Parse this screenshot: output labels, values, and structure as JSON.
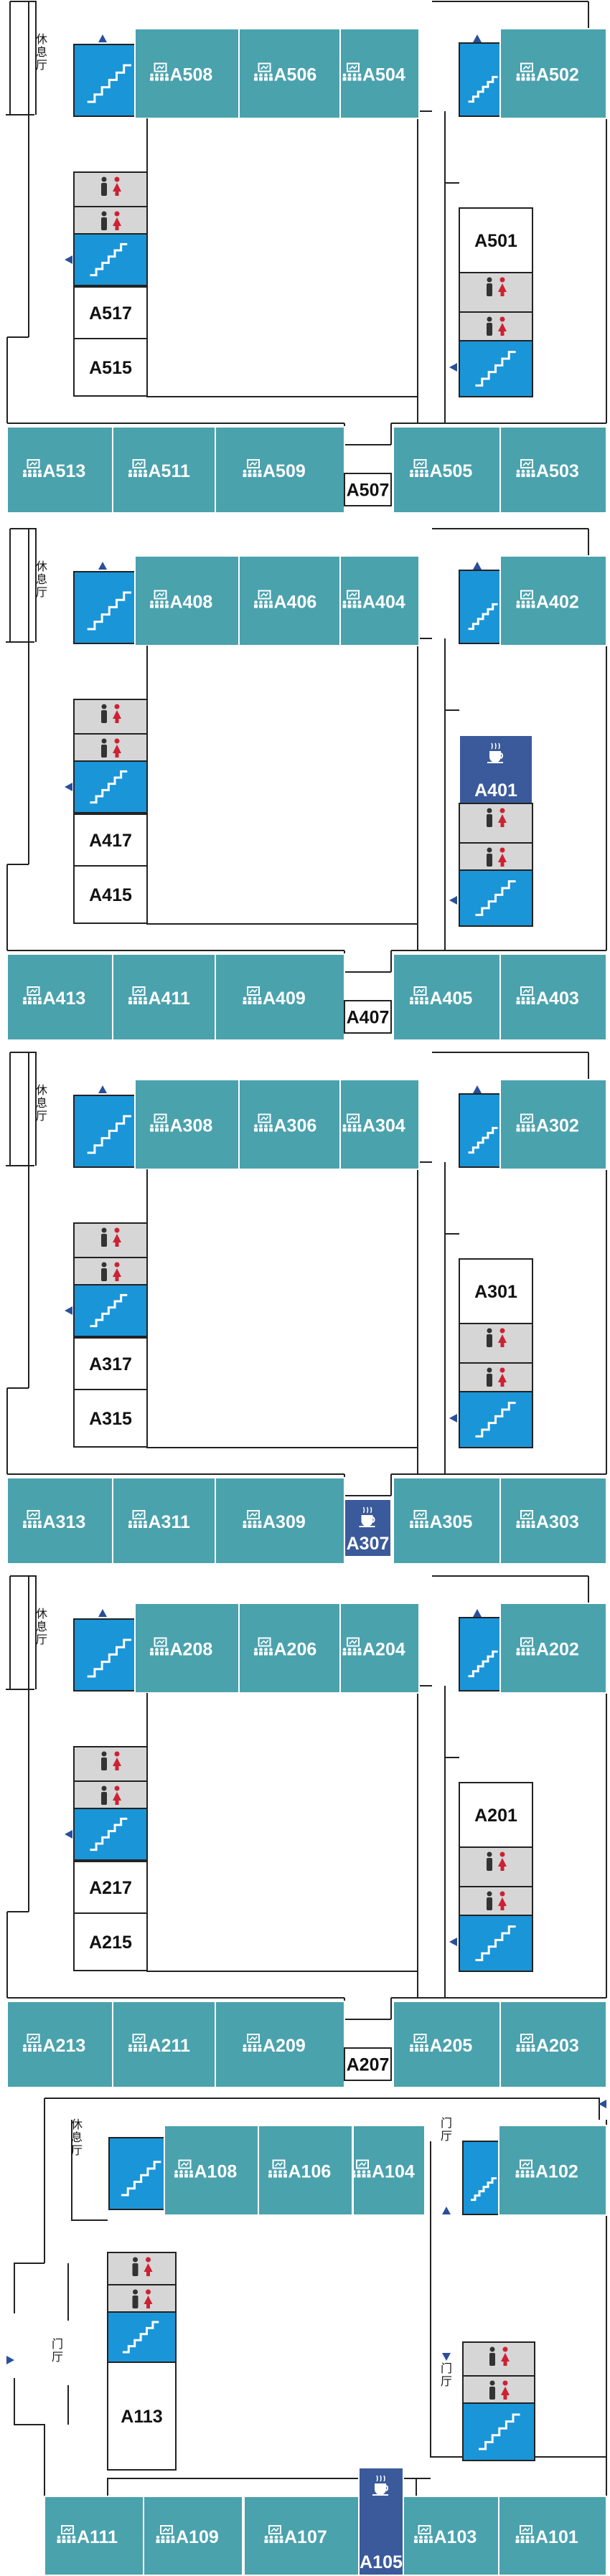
{
  "floors": [
    {
      "id": "floor-5",
      "lounge_label": "休息厅",
      "top_rooms": [
        "A508",
        "A506",
        "A504"
      ],
      "top_right_room": "A502",
      "right_rooms": [
        "A501"
      ],
      "left_rooms": [
        "A517",
        "A515"
      ],
      "bottom_rooms": [
        "A513",
        "A511",
        "A509"
      ],
      "bottom_center": "A507",
      "bottom_right_rooms": [
        "A505",
        "A503"
      ],
      "highlighted": []
    },
    {
      "id": "floor-4",
      "lounge_label": "休息厅",
      "top_rooms": [
        "A408",
        "A406",
        "A404"
      ],
      "top_right_room": "A402",
      "right_rooms": [
        "A401"
      ],
      "left_rooms": [
        "A417",
        "A415"
      ],
      "bottom_rooms": [
        "A413",
        "A411",
        "A409"
      ],
      "bottom_center": "A407",
      "bottom_right_rooms": [
        "A405",
        "A403"
      ],
      "highlighted": [
        "A401"
      ]
    },
    {
      "id": "floor-3",
      "lounge_label": "休息厅",
      "top_rooms": [
        "A308",
        "A306",
        "A304"
      ],
      "top_right_room": "A302",
      "right_rooms": [
        "A301"
      ],
      "left_rooms": [
        "A317",
        "A315"
      ],
      "bottom_rooms": [
        "A313",
        "A311",
        "A309"
      ],
      "bottom_center": "A307",
      "bottom_right_rooms": [
        "A305",
        "A303"
      ],
      "highlighted": [
        "A307"
      ]
    },
    {
      "id": "floor-2",
      "lounge_label": "休息厅",
      "top_rooms": [
        "A208",
        "A206",
        "A204"
      ],
      "top_right_room": "A202",
      "right_rooms": [
        "A201"
      ],
      "left_rooms": [
        "A217",
        "A215"
      ],
      "bottom_rooms": [
        "A213",
        "A211",
        "A209"
      ],
      "bottom_center": "A207",
      "bottom_right_rooms": [
        "A205",
        "A203"
      ],
      "highlighted": []
    }
  ],
  "floor1": {
    "lounge_label": "休息厅",
    "entrance_hall_label": "门厅",
    "entrance_hall_right_label": "门厅",
    "entrance_hall_top_label": "门厅",
    "top_rooms": [
      "A108",
      "A106",
      "A104"
    ],
    "top_right_room": "A102",
    "left_rooms": [
      "A113"
    ],
    "bottom_rooms": [
      "A111",
      "A109",
      "A107"
    ],
    "bottom_center": "A105",
    "bottom_right_rooms": [
      "A103",
      "A101"
    ],
    "highlighted": [
      "A105"
    ]
  },
  "colors": {
    "room": "#4aa2ad",
    "highlight": "#3b5a9b",
    "stair": "#1a95d8",
    "restroom": "#d6d6d6",
    "male_icon": "#333333",
    "female_icon": "#cc2233"
  },
  "icons": {
    "classroom": "classroom-icon",
    "stair": "stair-icon",
    "restroom_male": "male-restroom-icon",
    "restroom_female": "female-restroom-icon",
    "cafe": "coffee-cup-icon",
    "entrance_arrow": "entrance-arrow-icon"
  }
}
